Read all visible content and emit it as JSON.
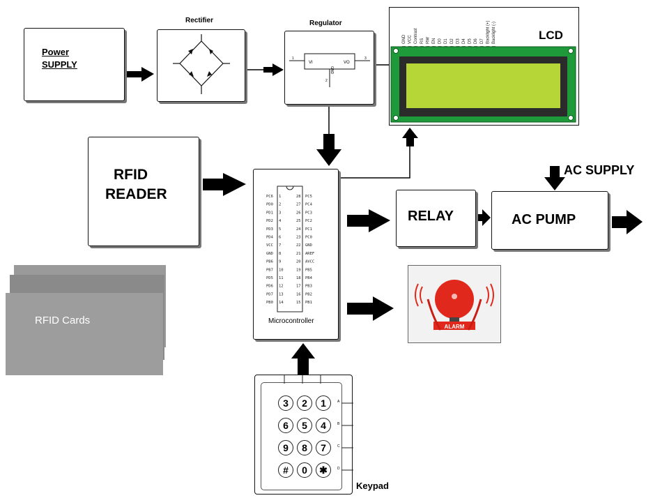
{
  "power_supply": {
    "line1": "Power",
    "line2": "SUPPLY"
  },
  "rectifier": {
    "title": "Rectifier"
  },
  "regulator": {
    "title": "Regulator",
    "vi": "VI",
    "vo": "VO",
    "gnd": "GND",
    "pin1": "1",
    "pin2": "2",
    "pin3": "3"
  },
  "lcd": {
    "title": "LCD",
    "pins": [
      "GND",
      "VCC",
      "Contrast",
      "RS",
      "RW",
      "EN",
      "D0",
      "D1",
      "D2",
      "D3",
      "D4",
      "D5",
      "D6",
      "D7",
      "Backlight (+)",
      "Backlight (-)"
    ],
    "color_board": "#1f9a3a",
    "color_screen": "#b5d636"
  },
  "rfid_reader": {
    "line1": "RFID",
    "line2": "READER"
  },
  "rfid_cards": {
    "label": "RFID Cards"
  },
  "microcontroller": {
    "label": "Microcontroller",
    "left_pins": [
      {
        "name": "PC6",
        "num": "1"
      },
      {
        "name": "PD0",
        "num": "2"
      },
      {
        "name": "PD1",
        "num": "3"
      },
      {
        "name": "PD2",
        "num": "4"
      },
      {
        "name": "PD3",
        "num": "5"
      },
      {
        "name": "PD4",
        "num": "6"
      },
      {
        "name": "VCC",
        "num": "7"
      },
      {
        "name": "GND",
        "num": "8"
      },
      {
        "name": "PB6",
        "num": "9"
      },
      {
        "name": "PB7",
        "num": "10"
      },
      {
        "name": "PD5",
        "num": "11"
      },
      {
        "name": "PD6",
        "num": "12"
      },
      {
        "name": "PD7",
        "num": "13"
      },
      {
        "name": "PB0",
        "num": "14"
      }
    ],
    "right_pins": [
      {
        "num": "28",
        "name": "PC5"
      },
      {
        "num": "27",
        "name": "PC4"
      },
      {
        "num": "26",
        "name": "PC3"
      },
      {
        "num": "25",
        "name": "PC2"
      },
      {
        "num": "24",
        "name": "PC1"
      },
      {
        "num": "23",
        "name": "PC0"
      },
      {
        "num": "22",
        "name": "GND"
      },
      {
        "num": "21",
        "name": "AREF"
      },
      {
        "num": "20",
        "name": "AVCC"
      },
      {
        "num": "19",
        "name": "PB5"
      },
      {
        "num": "18",
        "name": "PB4"
      },
      {
        "num": "17",
        "name": "PB3"
      },
      {
        "num": "16",
        "name": "PB2"
      },
      {
        "num": "15",
        "name": "PB1"
      }
    ]
  },
  "relay": {
    "label": "RELAY"
  },
  "ac_pump": {
    "label": "AC PUMP"
  },
  "ac_supply": {
    "label": "AC SUPPLY"
  },
  "alarm": {
    "label": "ALARM",
    "color": "#e0291c"
  },
  "keypad": {
    "label": "Keypad",
    "keys": [
      [
        "3",
        "2",
        "1"
      ],
      [
        "6",
        "5",
        "4"
      ],
      [
        "9",
        "8",
        "7"
      ],
      [
        "#",
        "0",
        "✱"
      ]
    ],
    "rows": [
      "A",
      "B",
      "C",
      "D"
    ]
  }
}
